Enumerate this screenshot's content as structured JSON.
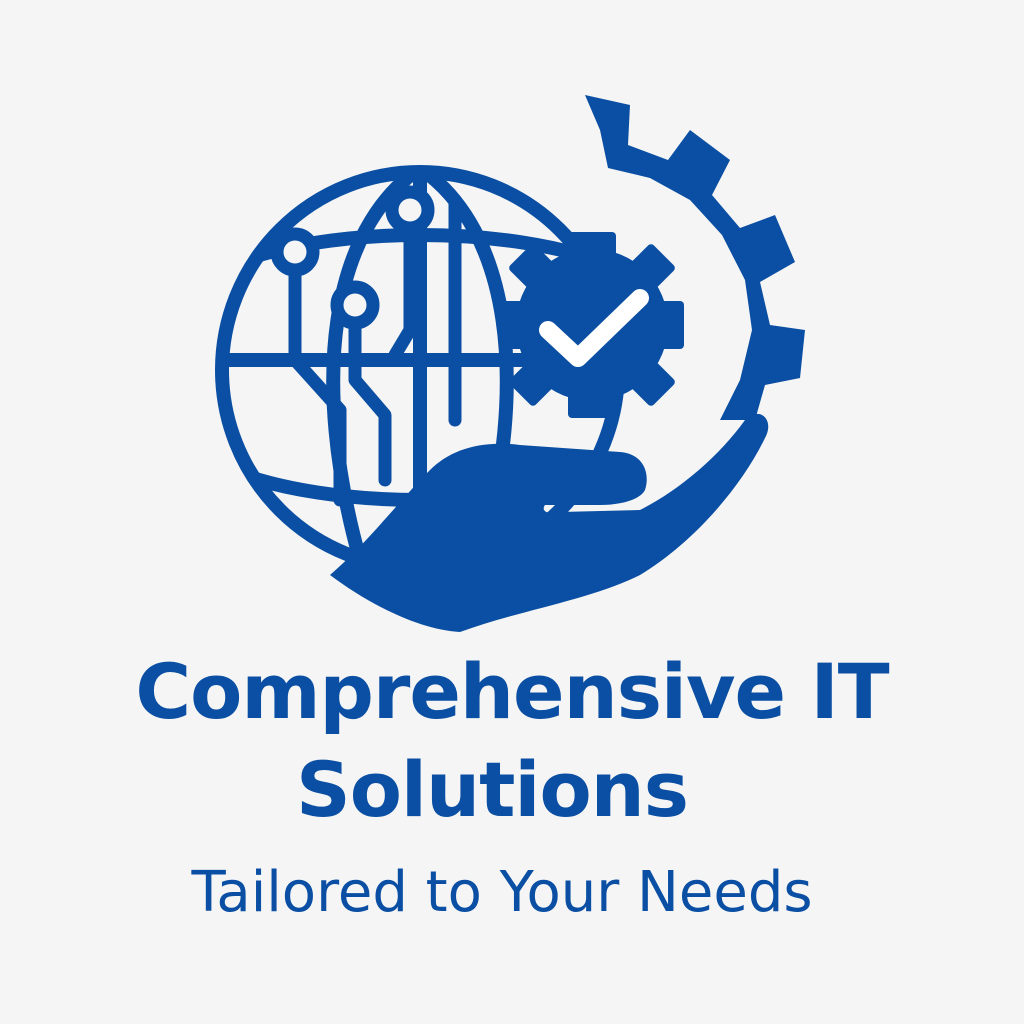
{
  "brand": {
    "color": "#0a4fa3",
    "background": "#f5f5f5"
  },
  "logo": {
    "icons": [
      "globe-icon",
      "circuit-icon",
      "gear-icon",
      "checkmark-icon",
      "hand-icon"
    ]
  },
  "heading": {
    "line1": "Comprehensive IT",
    "line2": "Solutions"
  },
  "tagline": "Tailored to Your Needs"
}
